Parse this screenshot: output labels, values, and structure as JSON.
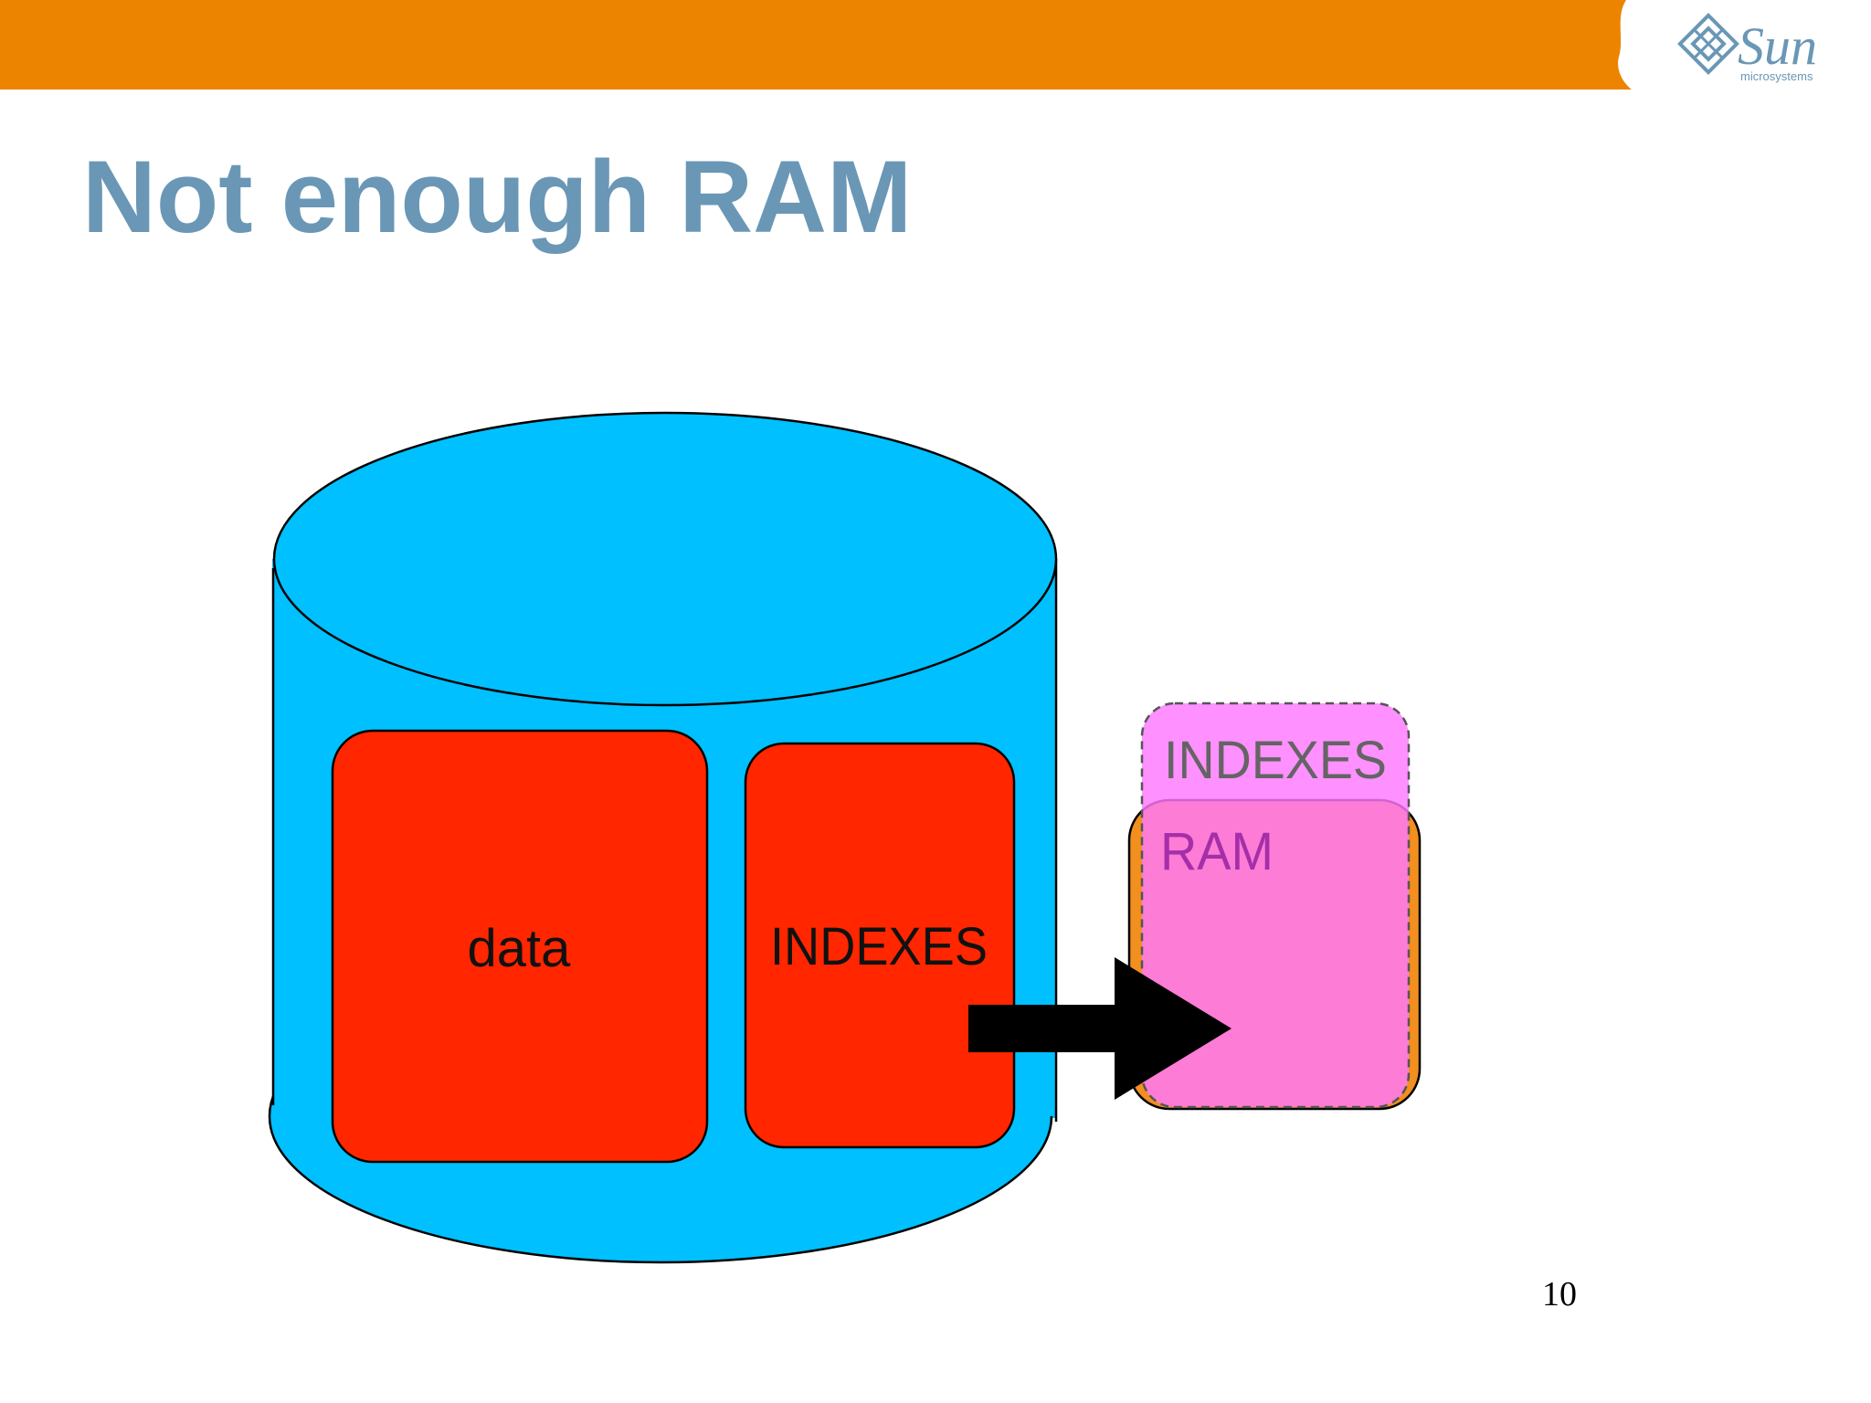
{
  "slide": {
    "title": "Not enough RAM",
    "page_number": "10"
  },
  "logo": {
    "brand": "Sun",
    "tagline": "microsystems"
  },
  "diagram": {
    "disk_boxes": [
      {
        "label": "data"
      },
      {
        "label": "INDEXES"
      }
    ],
    "ram_box": {
      "label": "RAM"
    },
    "overflow_box": {
      "label": "INDEXES"
    }
  },
  "colors": {
    "header_bar": "#ec8400",
    "title": "#6a97b5",
    "cylinder": "#00c0ff",
    "disk_box": "#ff2600",
    "ram_box": "#f28f1f",
    "overflow_box": "#ff77ff",
    "ram_label": "#a42fa8",
    "overflow_label": "#646464",
    "arrow": "#000000",
    "logo": "#6a97b5"
  }
}
